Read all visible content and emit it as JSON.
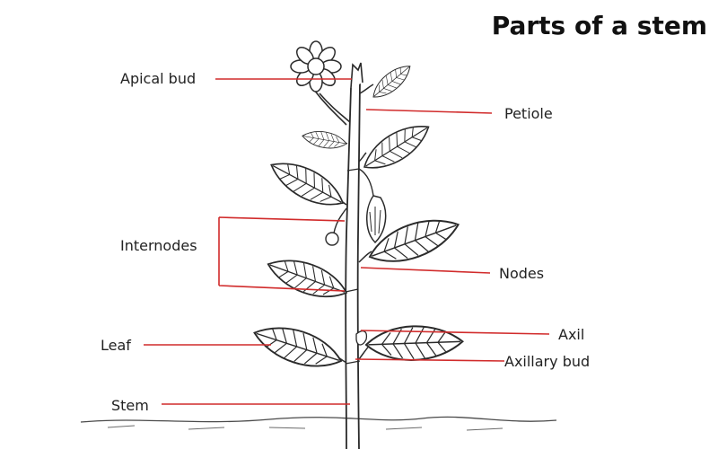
{
  "title": "Parts of a stem",
  "labels": {
    "apical_bud": "Apical bud",
    "petiole": "Petiole",
    "internodes": "Internodes",
    "nodes": "Nodes",
    "leaf": "Leaf",
    "axil": "Axil",
    "axillary_bud": "Axillary bud",
    "stem": "Stem"
  },
  "colors": {
    "pointer": "#d12b2b",
    "ink": "#2a2a2a"
  }
}
